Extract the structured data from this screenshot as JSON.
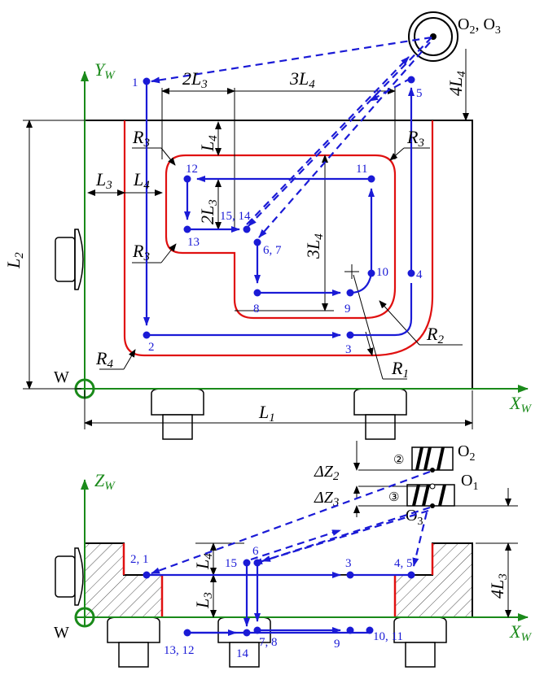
{
  "top_view": {
    "axes": {
      "y": "Y",
      "y_sub": "W",
      "x": "X",
      "x_sub": "W"
    },
    "origin": "W",
    "origin_top": "O",
    "origin_top_sub1": "2",
    "origin_top_sep": ", O",
    "origin_top_sub2": "3",
    "dims": {
      "L1": "L",
      "L1s": "1",
      "L2": "L",
      "L2s": "2",
      "L3": "L",
      "L3s": "3",
      "L4": "L",
      "L4s": "4",
      "twoL3_a": "2L",
      "twoL3_as": "3",
      "threeL4_a": "3L",
      "threeL4_as": "4",
      "L4_b": "L",
      "L4_bs": "4",
      "fourL4": "4L",
      "fourL4s": "4",
      "twoL3_b": "2L",
      "twoL3_bs": "3",
      "threeL4_b": "3L",
      "threeL4_bs": "4"
    },
    "radii": {
      "R3a": "R",
      "R3as": "3",
      "R3b": "R",
      "R3bs": "3",
      "R3c": "R",
      "R3cs": "3",
      "R4": "R",
      "R4s": "4",
      "R2": "R",
      "R2s": "2",
      "R1": "R",
      "R1s": "1"
    },
    "points": [
      "1",
      "2",
      "3",
      "4",
      "5",
      "6, 7",
      "8",
      "9",
      "10",
      "11",
      "12",
      "13",
      "15, 14"
    ]
  },
  "side_view": {
    "axes": {
      "z": "Z",
      "z_sub": "W",
      "x": "X",
      "x_sub": "W"
    },
    "origin": "W",
    "tool_labels": {
      "O2": "O",
      "O2s": "2",
      "O1": "O",
      "O1s": "1",
      "O3": "O",
      "O3s": "3",
      "circ2": "②",
      "circ3": "③"
    },
    "dims": {
      "dZ2": "ΔZ",
      "dZ2s": "2",
      "dZ3": "ΔZ",
      "dZ3s": "3",
      "L4": "L",
      "L4s": "4",
      "L3": "L",
      "L3s": "3",
      "fourL3": "4L",
      "fourL3s": "3"
    },
    "points": [
      "2, 1",
      "6",
      "15",
      "3",
      "4, 5",
      "13, 12",
      "14",
      "7, 8",
      "9",
      "10, 11"
    ]
  },
  "colors": {
    "path": "#1a1ad6",
    "contour": "#e01010",
    "axis": "#1a8a1a",
    "outline": "#000000"
  }
}
